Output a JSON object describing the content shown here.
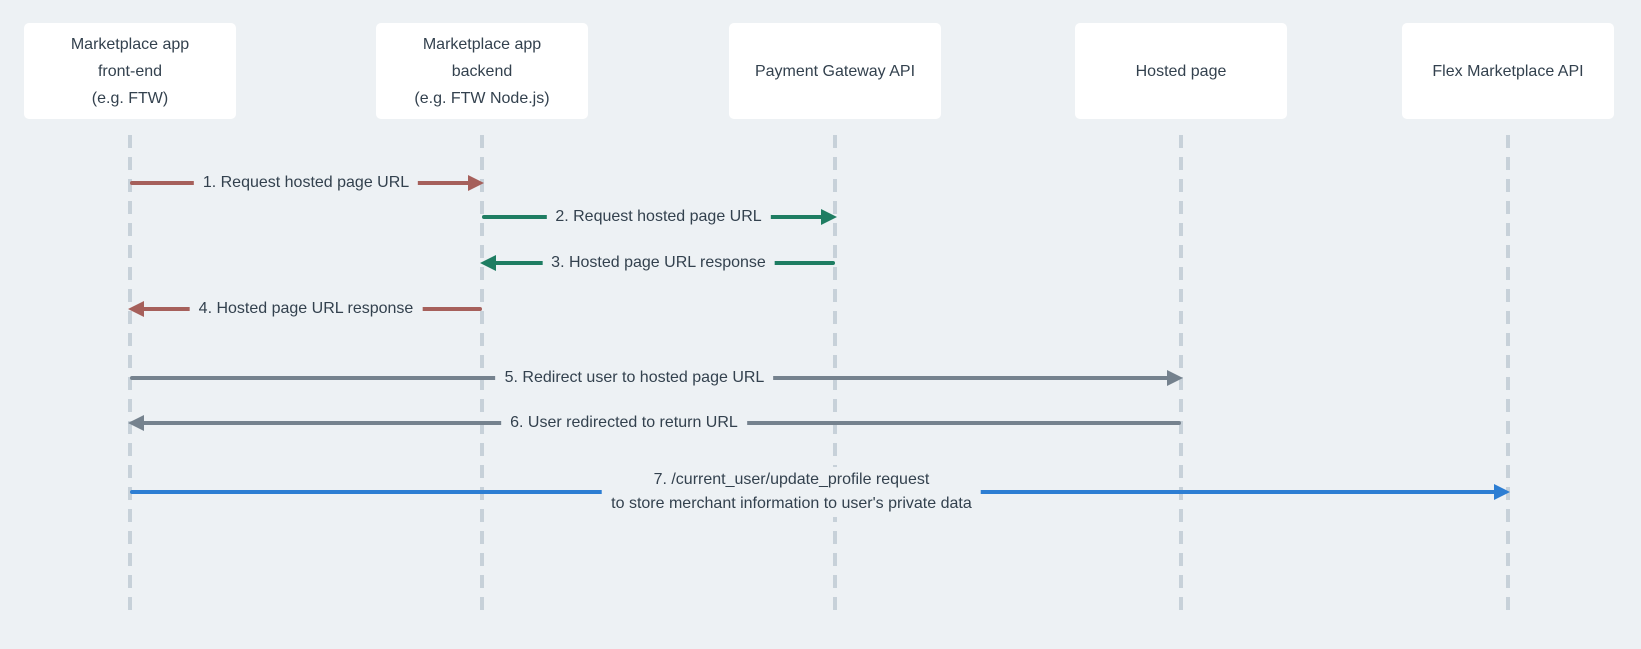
{
  "diagram": {
    "type": "sequence",
    "participants": [
      {
        "name": "Marketplace app front-end (e.g. FTW)",
        "lines": [
          "Marketplace app",
          "front-end",
          "(e.g. FTW)"
        ]
      },
      {
        "name": "Marketplace app backend (e.g. FTW Node.js)",
        "lines": [
          "Marketplace app",
          "backend",
          "(e.g. FTW Node.js)"
        ]
      },
      {
        "name": "Payment Gateway API",
        "lines": [
          "Payment Gateway API"
        ]
      },
      {
        "name": "Hosted page",
        "lines": [
          "Hosted page"
        ]
      },
      {
        "name": "Flex Marketplace API",
        "lines": [
          "Flex Marketplace API"
        ]
      }
    ],
    "messages": [
      {
        "step": 1,
        "from": "Marketplace app front-end (e.g. FTW)",
        "to": "Marketplace app backend (e.g. FTW Node.js)",
        "direction": "right",
        "color": "#a6605b",
        "lines": [
          "1. Request hosted page URL"
        ]
      },
      {
        "step": 2,
        "from": "Marketplace app backend (e.g. FTW Node.js)",
        "to": "Payment Gateway API",
        "direction": "right",
        "color": "#1e7d62",
        "lines": [
          "2. Request hosted page URL"
        ]
      },
      {
        "step": 3,
        "from": "Payment Gateway API",
        "to": "Marketplace app backend (e.g. FTW Node.js)",
        "direction": "left",
        "color": "#1e7d62",
        "lines": [
          "3. Hosted page URL response"
        ]
      },
      {
        "step": 4,
        "from": "Marketplace app backend (e.g. FTW Node.js)",
        "to": "Marketplace app front-end (e.g. FTW)",
        "direction": "left",
        "color": "#a6605b",
        "lines": [
          "4. Hosted page URL response"
        ]
      },
      {
        "step": 5,
        "from": "Marketplace app front-end (e.g. FTW)",
        "to": "Hosted page",
        "direction": "right",
        "color": "#75828e",
        "lines": [
          "5. Redirect user to hosted page URL"
        ]
      },
      {
        "step": 6,
        "from": "Hosted page",
        "to": "Marketplace app front-end (e.g. FTW)",
        "direction": "left",
        "color": "#75828e",
        "lines": [
          "6. User redirected to return URL"
        ]
      },
      {
        "step": 7,
        "from": "Marketplace app front-end (e.g. FTW)",
        "to": "Flex Marketplace API",
        "direction": "right",
        "color": "#2d7ed3",
        "lines": [
          "7. /current_user/update_profile request",
          "to store merchant information to user's private data"
        ]
      }
    ],
    "colors": {
      "background": "#edf1f4",
      "participant_bg": "#ffffff",
      "text": "#33414e",
      "lifeline": "#c7d1d9",
      "frontend_backend_arrow": "#a6605b",
      "backend_gateway_arrow": "#1e7d62",
      "redirect_arrow": "#75828e",
      "flex_api_arrow": "#2d7ed3"
    }
  }
}
